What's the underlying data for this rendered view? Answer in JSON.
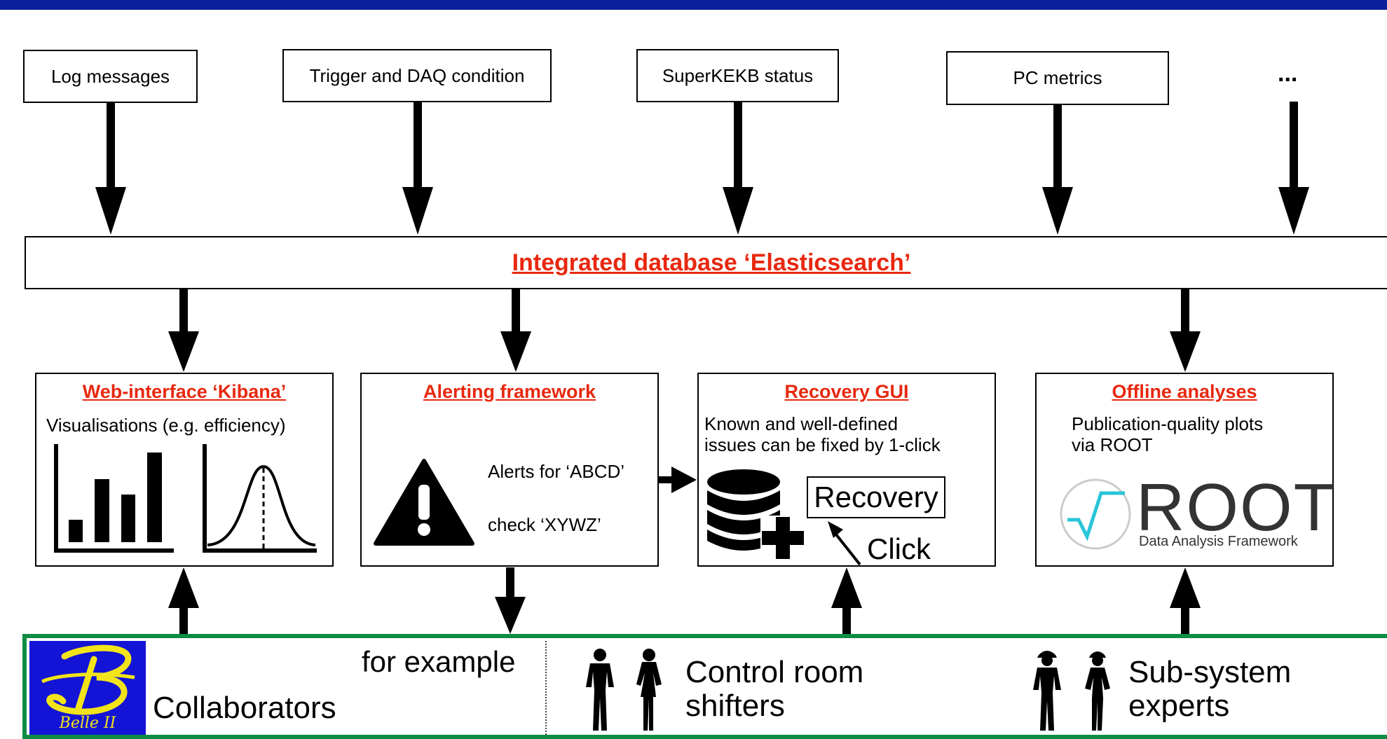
{
  "sources": [
    {
      "label": "Log messages"
    },
    {
      "label": "Trigger and DAQ condition"
    },
    {
      "label": "SuperKEKB status"
    },
    {
      "label": "PC metrics"
    }
  ],
  "sources_more": "...",
  "database": {
    "title": "Integrated database ‘Elasticsearch’"
  },
  "panels": {
    "kibana": {
      "title": "Web-interface ‘Kibana’",
      "text": "Visualisations (e.g. efficiency)"
    },
    "alerting": {
      "title": "Alerting framework",
      "alert_text": "Alerts for ‘ABCD’",
      "check_text": "check ‘XYWZ’",
      "icon": "warning-icon"
    },
    "recovery": {
      "title": "Recovery GUI",
      "line1": "Known and well-defined",
      "line2": "issues can be fixed by 1-click",
      "button_label": "Recovery",
      "click_label": "Click",
      "icon": "database-plus-icon"
    },
    "offline": {
      "title": "Offline analyses",
      "line1": "Publication-quality plots",
      "line2": "via ROOT",
      "logo_text": "ROOT",
      "logo_subtitle": "Data Analysis Framework"
    }
  },
  "users": {
    "logo_label": "Belle II",
    "collaborators": "Collaborators",
    "for_example": "for example",
    "shifters_line1": "Control room",
    "shifters_line2": "shifters",
    "experts_line1": "Sub-system",
    "experts_line2": "experts"
  },
  "colors": {
    "accent_red": "#e8280f",
    "top_bar": "#0a1f9a",
    "users_border": "#0e8c44",
    "belle_blue": "#1414d6",
    "belle_yellow": "#f2e41a"
  }
}
